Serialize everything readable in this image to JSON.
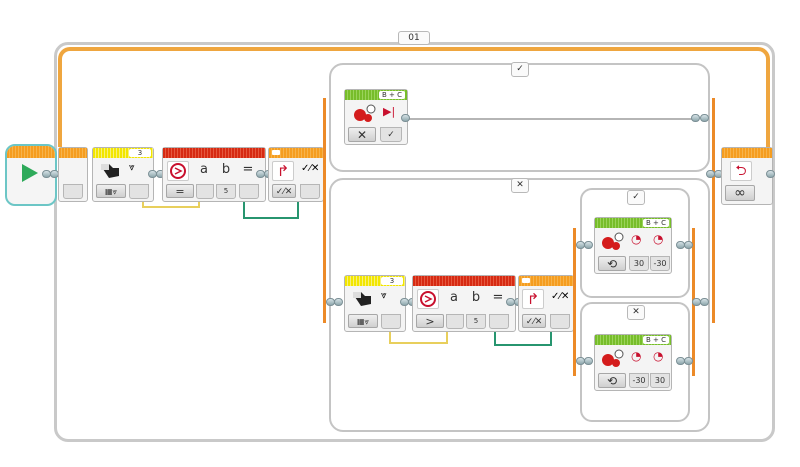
{
  "program": {
    "loop": {
      "name_label": "01",
      "mode_value": "∞",
      "icon": "loop-return-icon"
    },
    "start_block": {
      "icon": "play-icon",
      "color": "#2eaa5a"
    },
    "ultrasonic_sensor": {
      "port": "3",
      "mode_icon": "ultrasonic-icon",
      "output_icon": "distance-icon"
    },
    "compare_block": {
      "icon": "compare-icon",
      "inputs": {
        "a": "a",
        "b": "b",
        "result": "="
      },
      "operator": "=",
      "b_value": "5"
    },
    "switch_block": {
      "icon": "switch-icon",
      "label": "✓⁄✕",
      "mode_label": "✓⁄✕",
      "true_tab": "✓",
      "false_tab": "✕"
    },
    "true_case": {
      "motor_stop": {
        "ports": "B + C",
        "mode": "✕",
        "brake": "✓",
        "icon": "move-tank-icon"
      }
    },
    "false_case": {
      "ultrasonic_sensor": {
        "port": "3"
      },
      "compare_block": {
        "inputs": {
          "a": "a",
          "b": "b",
          "result": "="
        },
        "operator": ">",
        "b_value": "5"
      },
      "switch_block": {
        "label": "✓⁄✕",
        "mode_label": "✓⁄✕",
        "true_tab": "✓",
        "false_tab": "✕"
      },
      "true_case": {
        "motor": {
          "ports": "B + C",
          "left_power": "30",
          "right_power": "-30",
          "mode_icon": "rotate-icon"
        }
      },
      "false_case": {
        "motor": {
          "ports": "B + C",
          "left_power": "-30",
          "right_power": "30",
          "mode_icon": "rotate-icon"
        }
      }
    },
    "colors": {
      "loop_orange": "#ec8a28",
      "sensor_yellow": "#f2e600",
      "operator_red": "#d62a12",
      "motor_green": "#77bd2a",
      "wire_yellow": "#e8cf5c",
      "wire_green": "#27956f"
    }
  }
}
